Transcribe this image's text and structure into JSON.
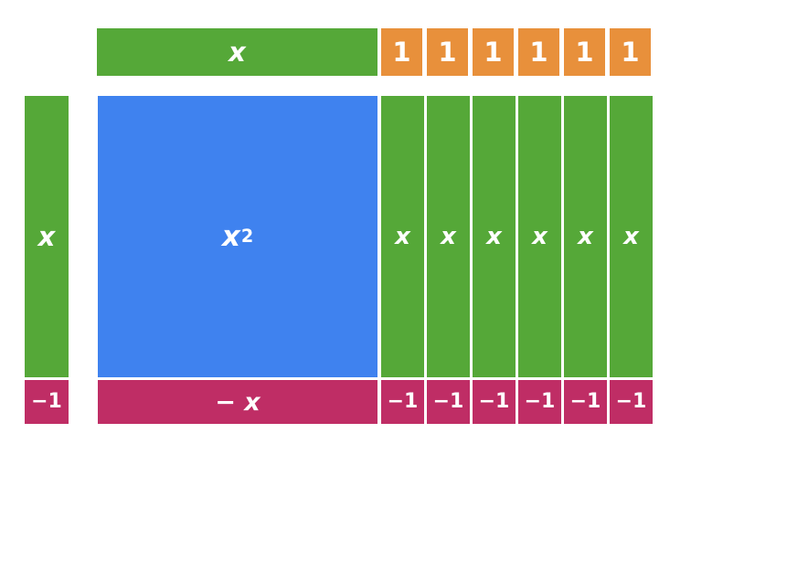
{
  "model": {
    "type": "algebra-tiles-area-model",
    "expression": "(x - 1)(x + 6)",
    "colors": {
      "x_tile": "#55a838",
      "unit_tile": "#e8903b",
      "x_squared_tile": "#3f82ef",
      "negative_tile": "#bf2d65",
      "background": "#ffffff",
      "label": "#ffffff"
    }
  },
  "top_header": {
    "x_tile_label": "x",
    "unit_tiles": [
      {
        "label": "1"
      },
      {
        "label": "1"
      },
      {
        "label": "1"
      },
      {
        "label": "1"
      },
      {
        "label": "1"
      },
      {
        "label": "1"
      }
    ]
  },
  "left_header": {
    "x_tile_label": "x",
    "negative_unit_label": "−1"
  },
  "grid": {
    "x_squared_base": "x",
    "x_squared_exponent": "2",
    "x_tiles": [
      {
        "label": "x"
      },
      {
        "label": "x"
      },
      {
        "label": "x"
      },
      {
        "label": "x"
      },
      {
        "label": "x"
      },
      {
        "label": "x"
      }
    ],
    "negative_x_label": "− x",
    "negative_unit_tiles": [
      {
        "label": "−1"
      },
      {
        "label": "−1"
      },
      {
        "label": "−1"
      },
      {
        "label": "−1"
      },
      {
        "label": "−1"
      },
      {
        "label": "−1"
      }
    ]
  }
}
